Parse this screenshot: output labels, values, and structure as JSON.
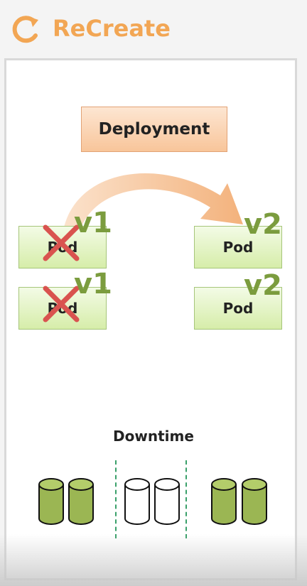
{
  "header": {
    "title": "ReCreate",
    "icon": "refresh-icon",
    "accent_color": "#f2a654"
  },
  "diagram": {
    "deployment_label": "Deployment",
    "old_pods": [
      {
        "label": "Pod",
        "version": "v1",
        "status": "deleted"
      },
      {
        "label": "Pod",
        "version": "v1",
        "status": "deleted"
      }
    ],
    "new_pods": [
      {
        "label": "Pod",
        "version": "v2"
      },
      {
        "label": "Pod",
        "version": "v2"
      }
    ],
    "downtime_label": "Downtime",
    "instance_groups": [
      {
        "state": "filled",
        "count": 2
      },
      {
        "state": "empty",
        "count": 2
      },
      {
        "state": "filled",
        "count": 2
      }
    ],
    "colors": {
      "pod_fill": "#d6eda9",
      "version_text": "#7b9c3e",
      "delete_mark": "#d9534f",
      "divider": "#3aa06a",
      "cylinder_fill": "#9bb653"
    }
  }
}
